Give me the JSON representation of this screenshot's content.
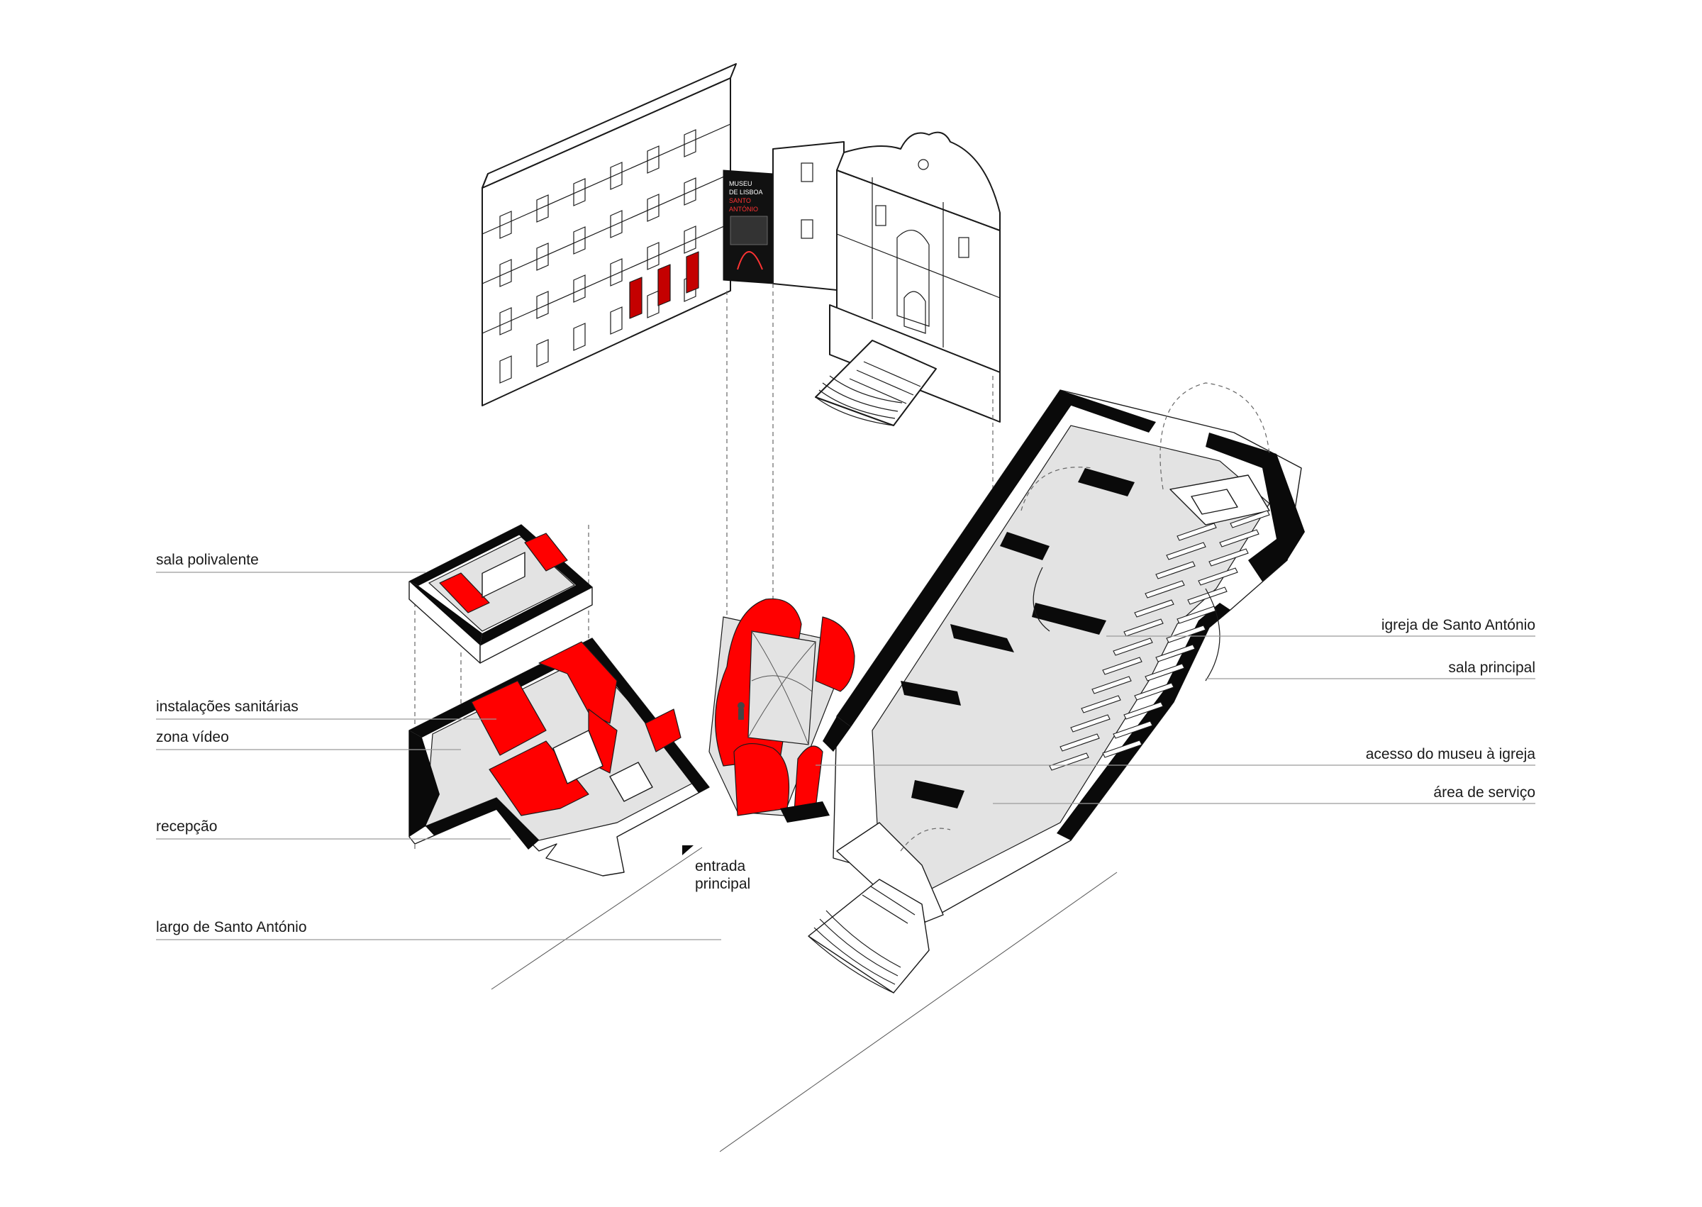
{
  "labels": {
    "sala_polivalente": "sala polivalente",
    "instalacoes_sanitarias": "instalações sanitárias",
    "zona_video": "zona vídeo",
    "recepcao": "recepção",
    "largo": "largo de Santo António",
    "entrada_line1": "entrada",
    "entrada_line2": "principal",
    "igreja": "igreja de Santo António",
    "sala_principal": "sala principal",
    "acesso": "acesso do museu à igreja",
    "area_servico": "área de serviço"
  },
  "banner": {
    "line1": "MUSEU",
    "line2": "DE LISBOA",
    "line3": "SANTO",
    "line4": "ANTÓNIO"
  },
  "colors": {
    "accent": "#ff0000",
    "wall": "#0a0a0a",
    "floor": "#e3e3e3",
    "ink": "#1a1a1a",
    "leader": "#9a9a9a"
  }
}
